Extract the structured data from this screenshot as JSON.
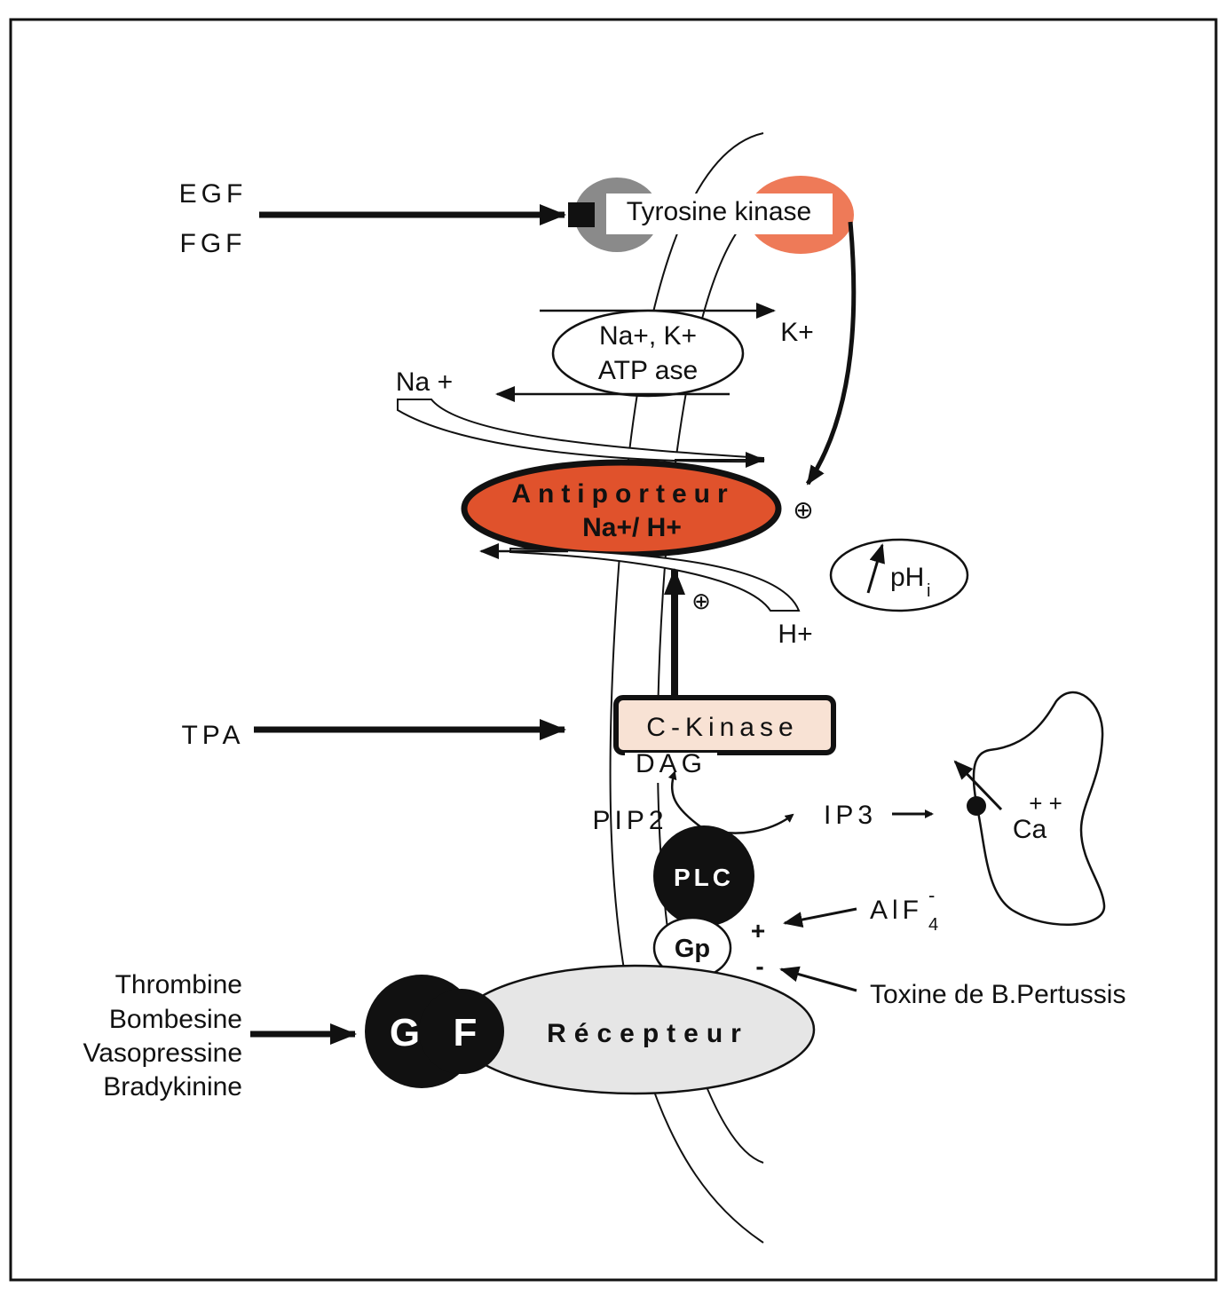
{
  "inputs": {
    "egf": "EGF",
    "fgf": "FGF",
    "tpa": "TPA",
    "agonists": [
      "Thrombine",
      "Bombesine",
      "Vasopressine",
      "Bradykinine"
    ]
  },
  "enzymes": {
    "tyrosine_kinase": "Tyrosine kinase",
    "atpase_line1": "Na+, K+",
    "atpase_line2": "ATP ase",
    "antiporter_line1": "Antiporteur",
    "antiporter_line2": "Na+/ H+",
    "c_kinase": "C-Kinase",
    "plc": "PLC",
    "gp": "Gp",
    "gf_g": "G",
    "gf_f": "F",
    "receptor": "Récepteur"
  },
  "ions": {
    "k": "K+",
    "na": "Na +",
    "h": "H+",
    "ca": "Ca",
    "ca_charge": "+ +"
  },
  "metabolites": {
    "dag": "DAG",
    "pip2": "PIP2",
    "ip3": "IP3",
    "phi": "pH",
    "phi_sub": "i"
  },
  "modulators": {
    "alf": "AlF",
    "alf_sub": "4",
    "alf_sup": "-",
    "toxin": "Toxine de B.Pertussis",
    "plus": "+",
    "minus": "-",
    "circle_plus": "⊕"
  },
  "colors": {
    "orange": "#e0522c",
    "salmon": "#ee7a58",
    "grey": "#8a8a8a",
    "light_grey": "#e6e6e6",
    "peach": "#f8e2d4",
    "black": "#111111"
  }
}
